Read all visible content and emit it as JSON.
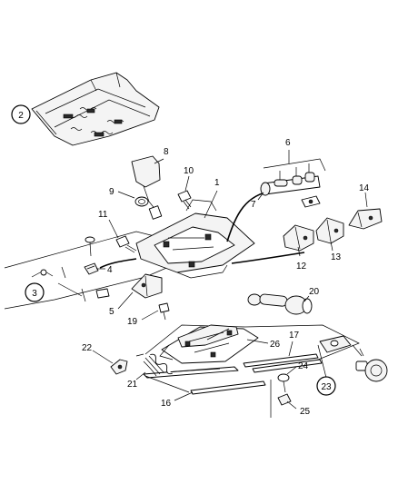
{
  "diagram": {
    "callouts": [
      "1",
      "2",
      "3",
      "4",
      "5",
      "6",
      "7",
      "8",
      "9",
      "10",
      "11",
      "12",
      "13",
      "14",
      "16",
      "17",
      "19",
      "20",
      "21",
      "22",
      "23",
      "24",
      "25",
      "26"
    ]
  }
}
